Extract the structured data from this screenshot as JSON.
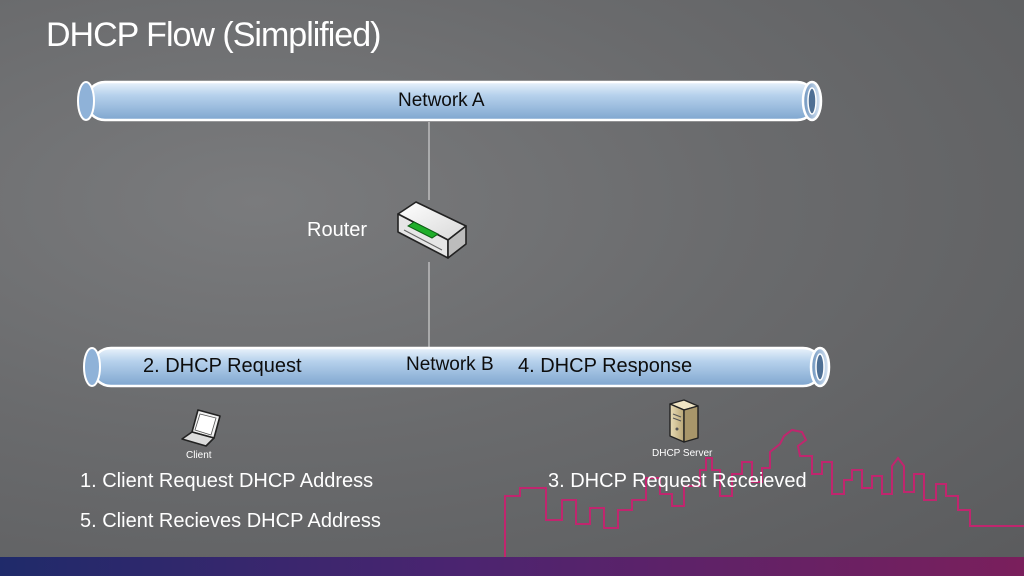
{
  "slide": {
    "title": "DHCP Flow (Simplified)"
  },
  "diagram": {
    "network_a_label": "Network A",
    "network_b_label": "Network B",
    "router_label": "Router",
    "pipe_b_left_text": "2. DHCP Request",
    "pipe_b_right_text": "4. DHCP Response",
    "client_label": "Client",
    "server_label": "DHCP Server"
  },
  "steps": {
    "step1": "1. Client Request DHCP Address",
    "step3": "3. DHCP Request Receieved",
    "step5": "5. Client Recieves DHCP Address"
  },
  "colors": {
    "pipe_fill": "#a9c8e6",
    "skyline": "#c0266e",
    "router_accent": "#1fae2a"
  }
}
